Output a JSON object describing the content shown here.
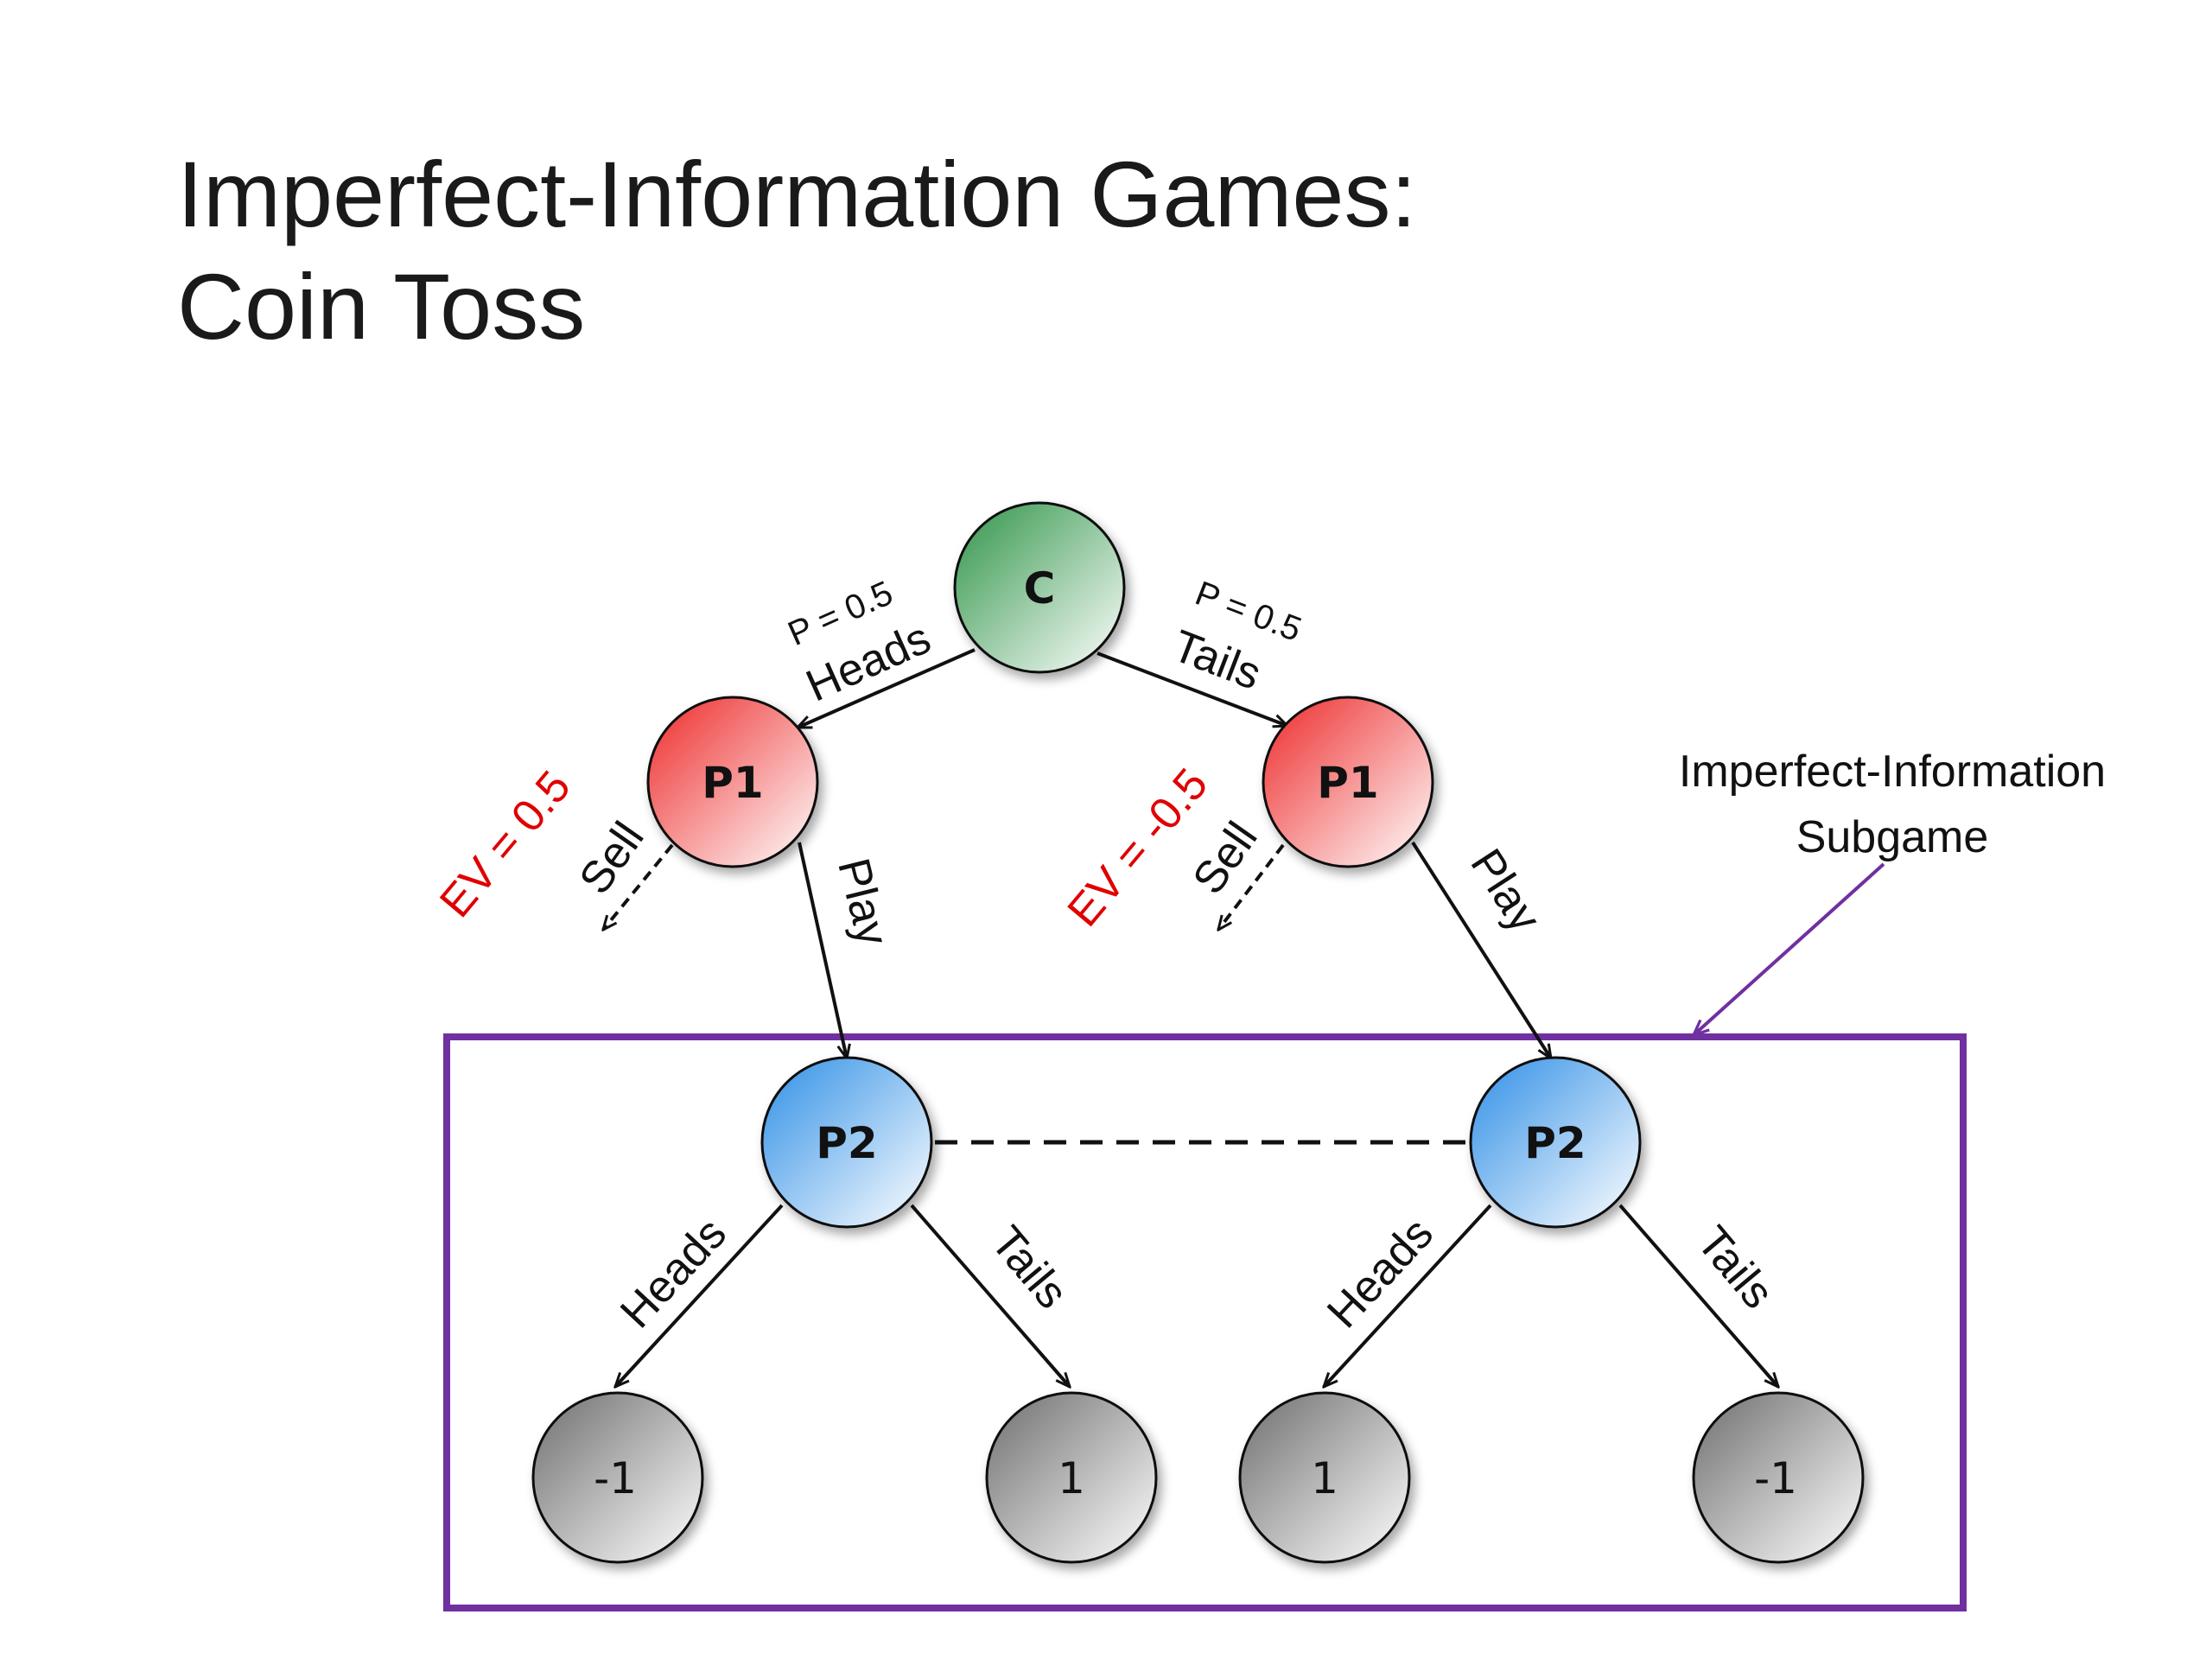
{
  "title": {
    "line1": "Imperfect-Information Games:",
    "line2": "Coin Toss"
  },
  "colors": {
    "chance": "#3a9a50",
    "player1": "#ee3333",
    "player2": "#3a98e8",
    "terminal": "#7a7a7a",
    "subgame_box": "#7030a0",
    "ev": "#e00000"
  },
  "nodes": {
    "chance": "C",
    "p1_left": "P1",
    "p1_right": "P1",
    "p2_left": "P2",
    "p2_right": "P2",
    "leaf_1": "-1",
    "leaf_2": "1",
    "leaf_3": "1",
    "leaf_4": "-1"
  },
  "edges": {
    "chance_left_prob": "P = 0.5",
    "chance_left_label": "Heads",
    "chance_right_prob": "P = 0.5",
    "chance_right_label": "Tails",
    "left_sell": "Sell",
    "left_play": "Play",
    "right_sell": "Sell",
    "right_play": "Play",
    "p2_left_heads": "Heads",
    "p2_left_tails": "Tails",
    "p2_right_heads": "Heads",
    "p2_right_tails": "Tails"
  },
  "ev": {
    "left": "EV = 0.5",
    "right": "EV = -0.5"
  },
  "callout": {
    "line1": "Imperfect-Information",
    "line2": "Subgame"
  }
}
